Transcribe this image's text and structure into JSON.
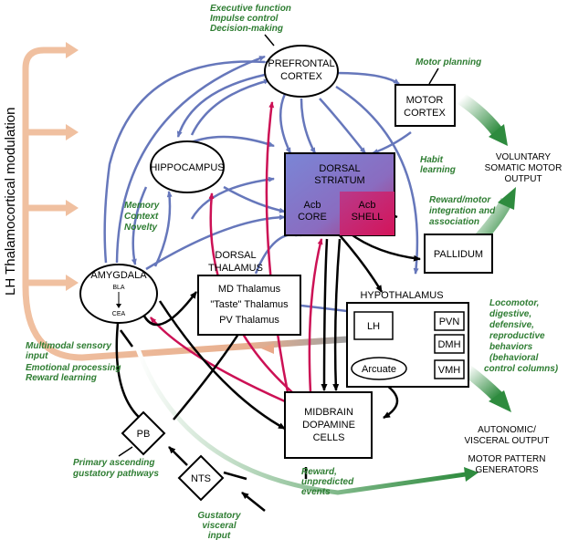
{
  "side_title": "LH Thalamocortical modulation",
  "nodes": {
    "prefrontal": [
      "PREFRONTAL",
      "CORTEX"
    ],
    "motor_cortex": [
      "MOTOR",
      "CORTEX"
    ],
    "hippocampus": "HIPPOCAMPUS",
    "dorsal_striatum": [
      "DORSAL",
      "STRIATUM"
    ],
    "acb_core": [
      "Acb",
      "CORE"
    ],
    "acb_shell": [
      "Acb",
      "SHELL"
    ],
    "pallidum": "PALLIDUM",
    "amygdala": "AMYGDALA",
    "bla": "BLA",
    "cea": "CEA",
    "dorsal_thalamus": [
      "DORSAL",
      "THALAMUS"
    ],
    "thalamus_box": [
      "MD Thalamus",
      "\"Taste\" Thalamus",
      "PV Thalamus"
    ],
    "hypothalamus": "HYPOTHALAMUS",
    "lh": "LH",
    "pvn": "PVN",
    "dmh": "DMH",
    "vmh": "VMH",
    "arcuate": "Arcuate",
    "midbrain": [
      "MIDBRAIN",
      "DOPAMINE",
      "CELLS"
    ],
    "pb": "PB",
    "nts": "NTS"
  },
  "outputs": {
    "voluntary": [
      "VOLUNTARY",
      "SOMATIC MOTOR",
      "OUTPUT"
    ],
    "autonomic": [
      "AUTONOMIC/",
      "VISCERAL OUTPUT"
    ],
    "motor_pattern": [
      "MOTOR PATTERN",
      "GENERATORS"
    ]
  },
  "annotations": {
    "executive": [
      "Executive function",
      "Impulse control",
      "Decision-making"
    ],
    "motor_planning": "Motor planning",
    "habit": [
      "Habit",
      "learning"
    ],
    "reward_motor": [
      "Reward/motor",
      "integration and",
      "association"
    ],
    "memory": [
      "Memory",
      "Context",
      "Novelty"
    ],
    "multimodal": [
      "Multimodal sensory",
      "input"
    ],
    "emotional": [
      "Emotional processing",
      "Reward learning"
    ],
    "locomotor": [
      "Locomotor,",
      "digestive,",
      "defensive,",
      "reproductive",
      "behaviors",
      "(behavioral",
      "control columns)"
    ],
    "gustatory_path": [
      "Primary ascending",
      "gustatory pathways"
    ],
    "reward_unpredicted": [
      "Reward,",
      "unpredicted",
      "events"
    ],
    "gustatory_input": [
      "Gustatory",
      "visceral",
      "input"
    ]
  },
  "colors": {
    "blue": "#6677bb",
    "red": "#cc1155",
    "black": "#000000",
    "peach": "#f0b898",
    "green": "#2e8b3e",
    "anno_green": "#2e7d32"
  }
}
